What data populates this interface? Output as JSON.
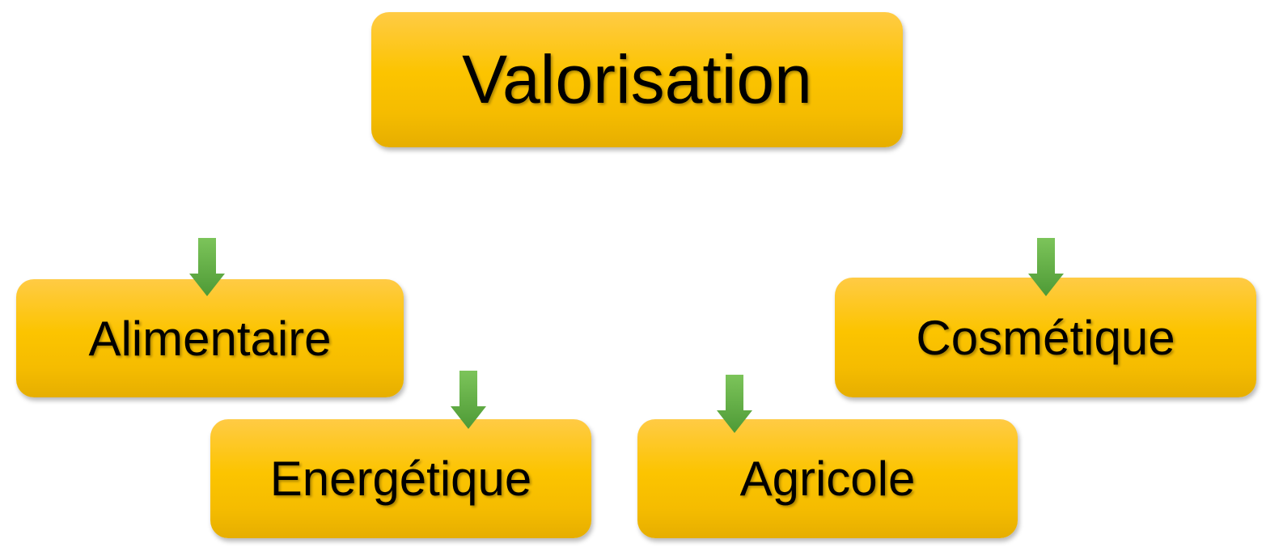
{
  "diagram": {
    "root": {
      "label": "Valorisation"
    },
    "children": [
      {
        "label": "Alimentaire"
      },
      {
        "label": "Cosmétique"
      },
      {
        "label": "Energétique"
      },
      {
        "label": "Agricole"
      }
    ],
    "icons": {
      "arrow": "arrow-down-icon"
    },
    "colors": {
      "box_fill": "#fcc400",
      "box_fill_light": "#ffcb45",
      "box_fill_dark": "#e6ae00",
      "arrow_fill": "#5aa640",
      "arrow_fill_light": "#7cc45a",
      "text": "#000000"
    }
  }
}
